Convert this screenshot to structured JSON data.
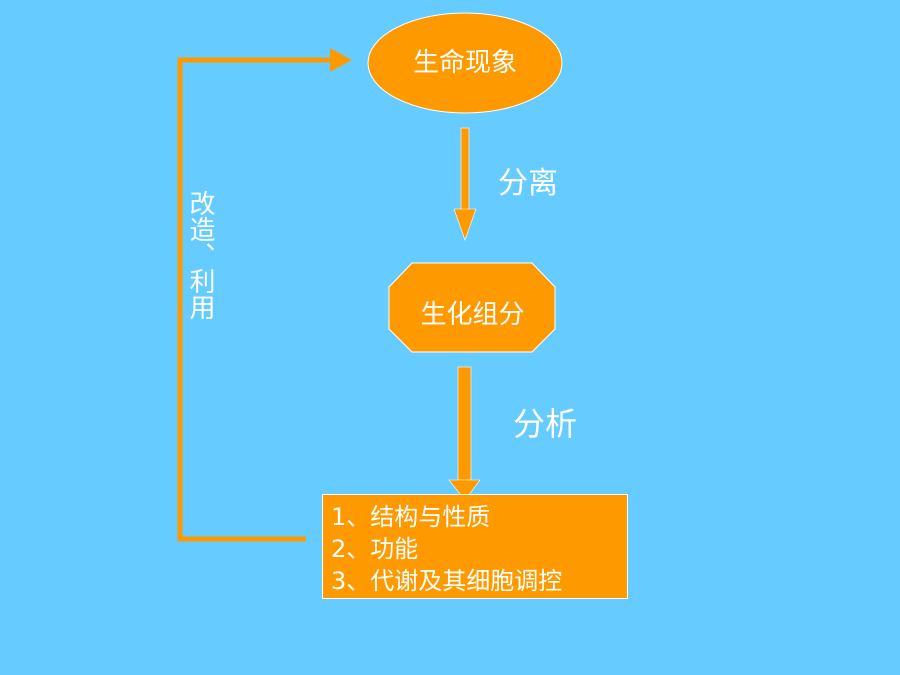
{
  "colors": {
    "background": "#66CCFF",
    "node_fill": "#FF9900",
    "arrow": "#FF9900",
    "text": "#FFFFFF",
    "node_border": "#FFFFFF"
  },
  "nodes": {
    "phenomenon": "生命现象",
    "components": "生化组分",
    "results": [
      "1、结构与性质",
      "2、功能",
      "3、代谢及其细胞调控"
    ]
  },
  "edges": {
    "separate": "分离",
    "analyze": "分析",
    "feedback": "改造、利用"
  }
}
